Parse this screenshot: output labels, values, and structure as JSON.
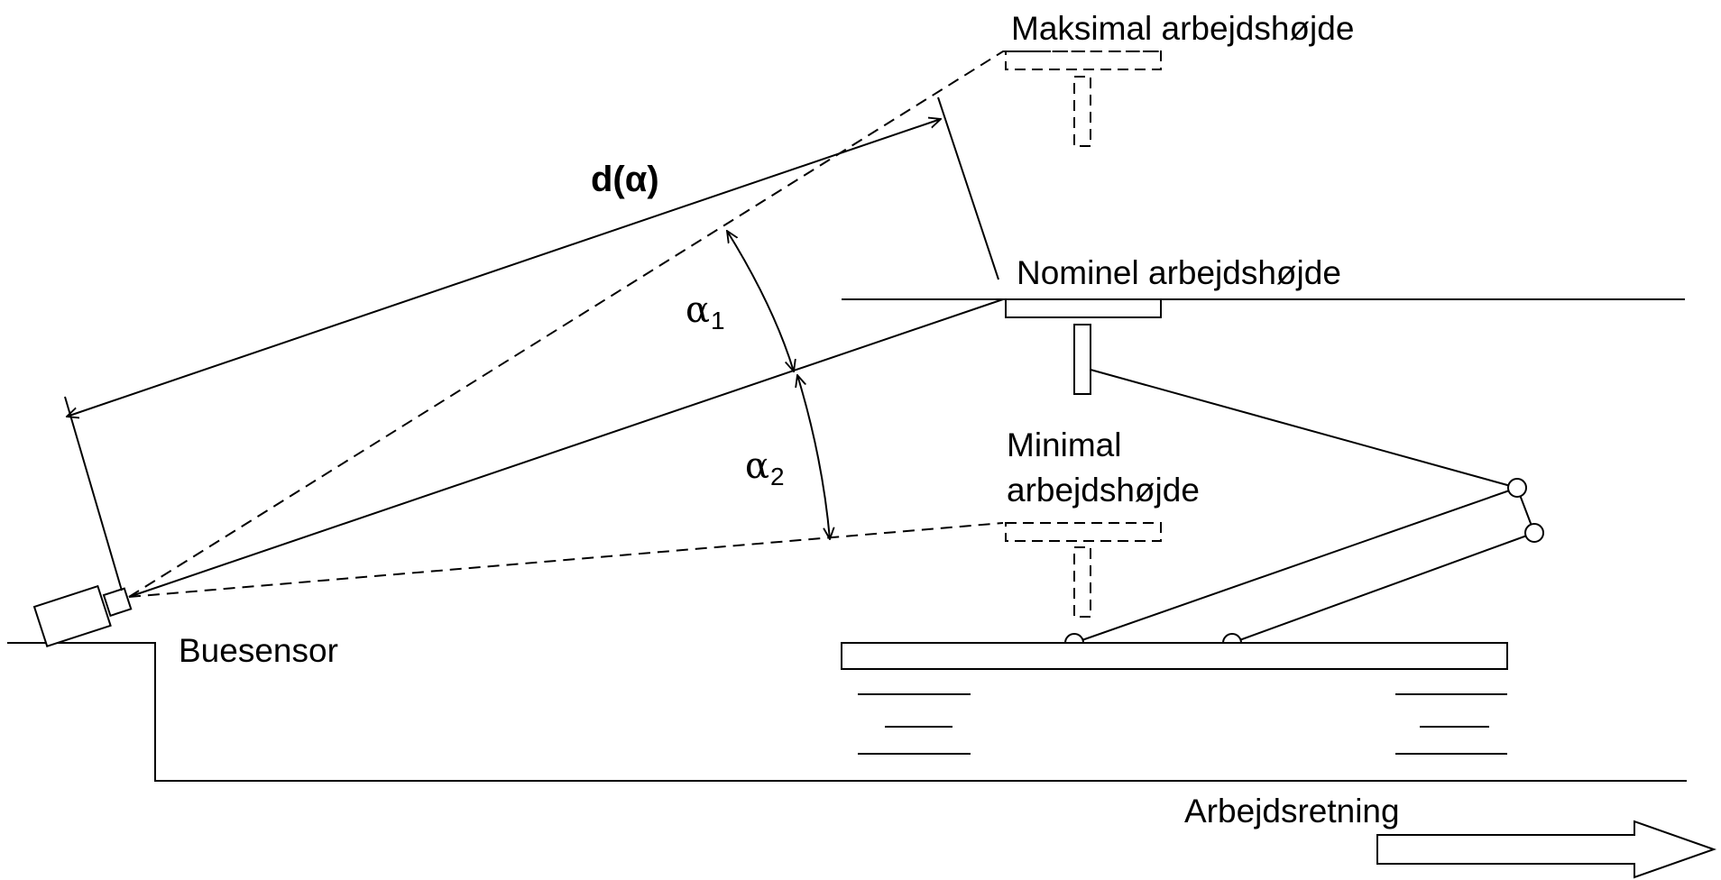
{
  "labels": {
    "max_height": "Maksimal arbejdshøjde",
    "nominal_height": "Nominel arbejdshøjde",
    "min_height_line1": "Minimal",
    "min_height_line2": "arbejdshøjde",
    "sensor": "Buesensor",
    "direction": "Arbejdsretning",
    "distance": "d(α)",
    "alpha1": "α",
    "alpha1_sub": "1",
    "alpha2": "α",
    "alpha2_sub": "2"
  },
  "colors": {
    "stroke": "#000000",
    "background": "#ffffff"
  }
}
